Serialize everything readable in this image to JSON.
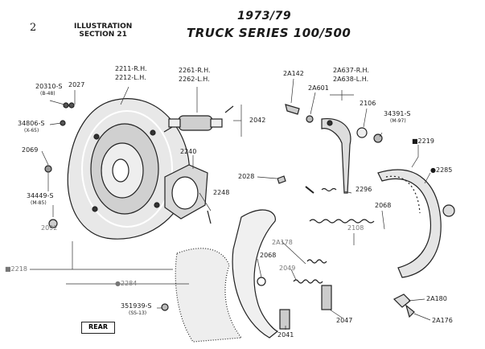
{
  "header": {
    "page_number": "2",
    "illustration_line1": "ILLUSTRATION",
    "illustration_line2": "SECTION 21",
    "year": "1973/79",
    "series": "TRUCK SERIES 100/500"
  },
  "orientation_box": "REAR",
  "labels": {
    "p20310": "20310-S",
    "p20310_sub": "(B-48)",
    "p2027": "2027",
    "p2211": "2211-R.H.",
    "p2212": "2212-L.H.",
    "p2261": "2261-R.H.",
    "p2262": "2262-L.H.",
    "p34806": "34806-S",
    "p34806_sub": "(X-65)",
    "p2042": "2042",
    "p2069": "2069",
    "p2240": "2240",
    "p34449": "34449-S",
    "p34449_sub": "(M-85)",
    "p2092": "2092",
    "p2248": "2248",
    "p2A142": "2A142",
    "p2A601": "2A601",
    "p2A637": "2A637-R.H.",
    "p2A638": "2A638-L.H.",
    "p2106": "2106",
    "p34391": "34391-S",
    "p34391_sub": "(M-97)",
    "p2219": "■2219",
    "p2285": "●2285",
    "p2028": "2028",
    "p2296": "2296",
    "p2068a": "2068",
    "p2A178": "2A178",
    "p2108": "2108",
    "p2068b": "2068",
    "p2049": "2049",
    "p2218": "■2218",
    "p2284": "●2284",
    "p351939": "351939-S",
    "p351939_sub": "(SS-13)",
    "p2041": "2041",
    "p2047": "2047",
    "p2A180": "2A180",
    "p2A176": "2A176"
  }
}
